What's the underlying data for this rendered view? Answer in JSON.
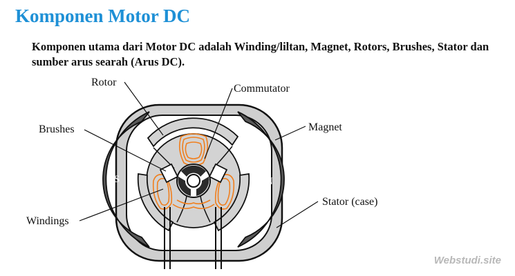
{
  "page": {
    "title": "Komponen Motor DC",
    "intro": "Komponen utama dari Motor DC adalah Winding/liltan, Magnet, Rotors, Brushes, Stator dan sumber arus searah (Arus DC)."
  },
  "diagram": {
    "labels": {
      "rotor": "Rotor",
      "commutator": "Commutator",
      "brushes": "Brushes",
      "magnet": "Magnet",
      "windings": "Windings",
      "stator": "Stator (case)"
    },
    "poles": {
      "south": "S",
      "north": "N"
    },
    "colors": {
      "magnet": "#595959",
      "stator": "#c8c8c8",
      "rotor": "#d3d3d3",
      "windings": "#f07f1e",
      "outline": "#111111"
    }
  },
  "watermark": "Webstudi.site"
}
